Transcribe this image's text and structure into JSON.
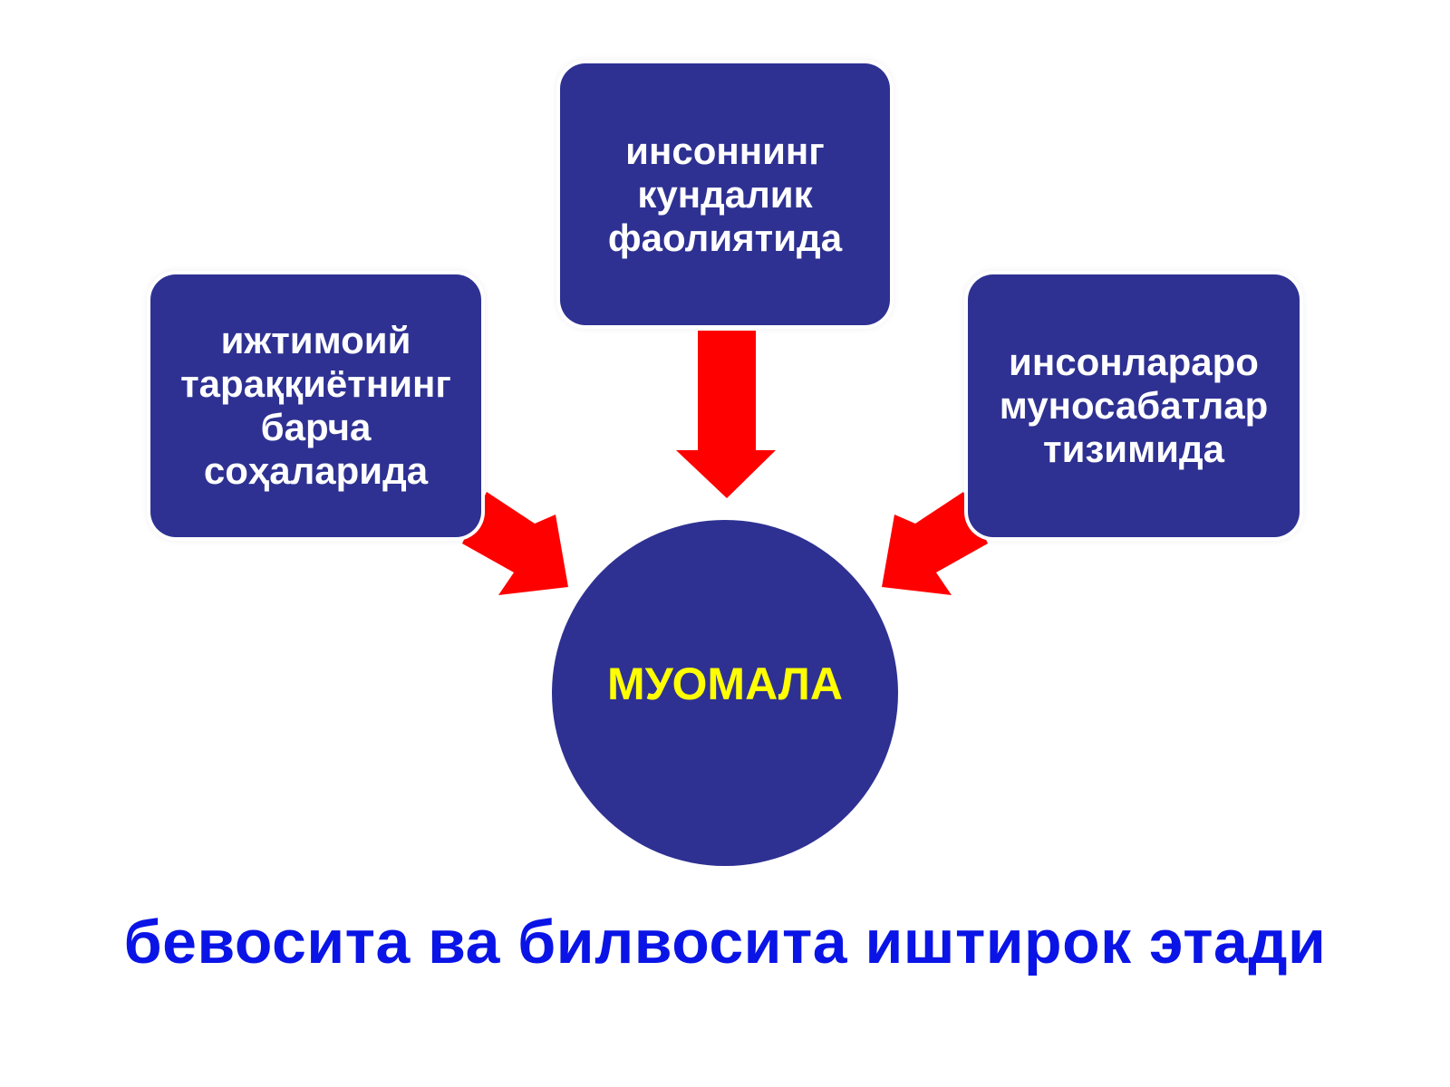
{
  "colors": {
    "box_fill": "#2e3192",
    "hub_fill": "#2e3192",
    "box_text": "#ffffff",
    "hub_text": "#ffff00",
    "arrow_fill": "#ff0000",
    "caption_text": "#0a14e6"
  },
  "diagram": {
    "top_box": {
      "label": "инсоннинг\nкундалик\nфаолиятида"
    },
    "left_box": {
      "label": "ижтимоий\nтараққиётнинг\nбарча\nсоҳаларида"
    },
    "right_box": {
      "label": "инсонлараро\nмуносабатлар\nтизимида"
    },
    "hub": {
      "label": "МУОМАЛА"
    },
    "caption": "бевосита ва билвосита иштирок этади",
    "edges": [
      {
        "from": "top_box",
        "to": "hub",
        "icon": "arrow-down-icon"
      },
      {
        "from": "left_box",
        "to": "hub",
        "icon": "arrow-diagonal-icon"
      },
      {
        "from": "right_box",
        "to": "hub",
        "icon": "arrow-diagonal-icon"
      }
    ]
  }
}
